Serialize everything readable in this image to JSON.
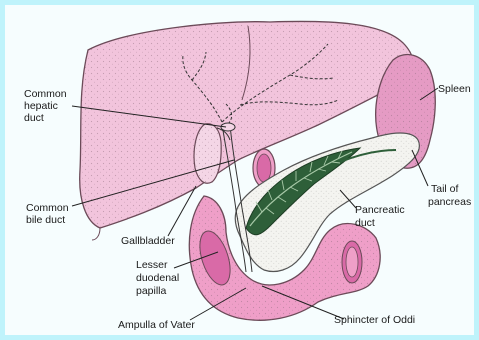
{
  "colors": {
    "border": "#bff3fb",
    "background": "#f6fdfe",
    "liver": "#f2c4dc",
    "liver_outline": "#6b4a58",
    "spleen": "#e59bc4",
    "duodenum": "#ef9fc8",
    "duodenum_inner": "#d96aa7",
    "pancreas": "#f4f4f0",
    "pancreatic_duct": "#2e5f39",
    "duct_line": "#333333",
    "label_line": "#222222",
    "text": "#1a1a1a"
  },
  "labels": {
    "common_hepatic_duct": [
      "Common",
      "hepatic",
      "duct"
    ],
    "common_bile_duct": [
      "Common",
      "bile duct"
    ],
    "gallbladder": "Gallbladder",
    "lesser_duodenal_papilla": [
      "Lesser",
      "duodenal",
      "papilla"
    ],
    "ampulla_of_vater": "Ampulla of Vater",
    "sphincter_of_oddi": "Sphincter of Oddi",
    "pancreatic_duct": [
      "Pancreatic",
      "duct"
    ],
    "tail_of_pancreas": [
      "Tail of",
      "pancreas"
    ],
    "spleen": "Spleen"
  }
}
